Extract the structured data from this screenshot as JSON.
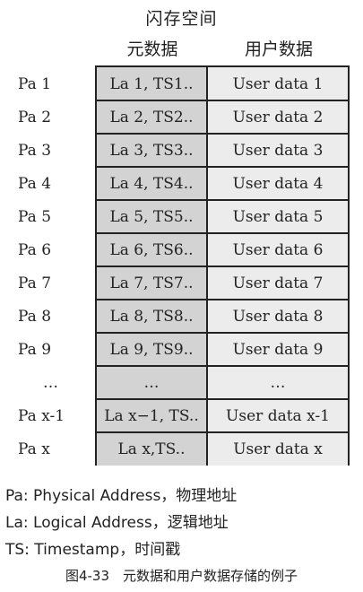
{
  "title": "闪存空间",
  "columns": {
    "meta": "元数据",
    "user": "用户数据"
  },
  "rows": [
    {
      "pa": "Pa 1",
      "meta": "La 1, TS1..",
      "user": "User data 1"
    },
    {
      "pa": "Pa 2",
      "meta": "La 2, TS2..",
      "user": "User data 2"
    },
    {
      "pa": "Pa 3",
      "meta": "La 3, TS3..",
      "user": "User data 3"
    },
    {
      "pa": "Pa 4",
      "meta": "La 4, TS4..",
      "user": "User data 4"
    },
    {
      "pa": "Pa 5",
      "meta": "La 5, TS5..",
      "user": "User data 5"
    },
    {
      "pa": "Pa 6",
      "meta": "La 6, TS6..",
      "user": "User data 6"
    },
    {
      "pa": "Pa 7",
      "meta": "La 7, TS7..",
      "user": "User data 7"
    },
    {
      "pa": "Pa 8",
      "meta": "La 8, TS8..",
      "user": "User data 8"
    },
    {
      "pa": "Pa 9",
      "meta": "La 9, TS9..",
      "user": "User data 9"
    },
    {
      "pa": "…",
      "meta": "…",
      "user": "…"
    },
    {
      "pa": "Pa x-1",
      "meta": "La x−1, TS..",
      "user": "User data x-1"
    },
    {
      "pa": "Pa x",
      "meta": "La x,TS..",
      "user": "User data x"
    }
  ],
  "legend": [
    "Pa: Physical Address，物理地址",
    "La: Logical Address，逻辑地址",
    "TS: Timestamp，时间戳"
  ],
  "caption": "图4-33　元数据和用户数据存储的例子"
}
